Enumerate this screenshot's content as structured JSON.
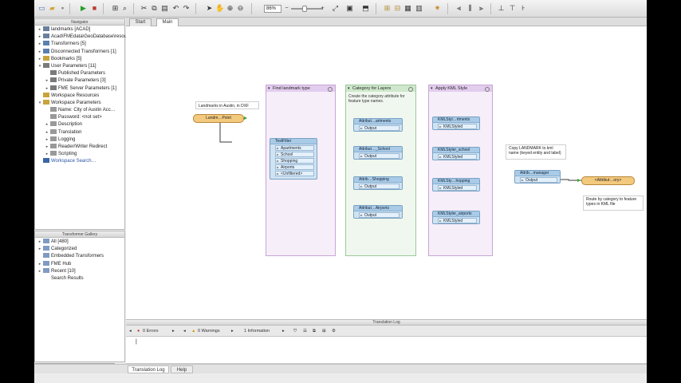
{
  "toolbar": {
    "zoom": "86%"
  },
  "navigator": {
    "title": "Navigator",
    "items": [
      {
        "label": "landmarks [ACAD]",
        "expander": "▸",
        "depth": 0,
        "color": "#6b7f9d"
      },
      {
        "label": "Acad\\FMEdata\\GeoDatabase\\resour…",
        "expander": "▸",
        "depth": 0,
        "color": "#6b7f9d"
      },
      {
        "label": "Transformers [5]",
        "expander": "▸",
        "depth": 0,
        "color": "#5a7fb0"
      },
      {
        "label": "Disconnected Transformers [1]",
        "expander": "▸",
        "depth": 0,
        "color": "#5a7fb0"
      },
      {
        "label": "Bookmarks [5]",
        "expander": "▸",
        "depth": 0,
        "color": "#c9a23b"
      },
      {
        "label": "User Parameters [11]",
        "expander": "▾",
        "depth": 0,
        "color": "#7a7a7a"
      },
      {
        "label": "Published Parameters",
        "expander": "",
        "depth": 1,
        "color": "#7a7a7a"
      },
      {
        "label": "Private Parameters [3]",
        "expander": "▸",
        "depth": 1,
        "color": "#7a7a7a"
      },
      {
        "label": "FME Server Parameters [1]",
        "expander": "▸",
        "depth": 1,
        "color": "#7a7a7a"
      },
      {
        "label": "Workspace Resources",
        "expander": "",
        "depth": 0,
        "color": "#c9a23b"
      },
      {
        "label": "Workspace Parameters",
        "expander": "▾",
        "depth": 0,
        "color": "#c9a23b"
      },
      {
        "label": "Name: City of Austin Acc…",
        "expander": "",
        "depth": 1,
        "color": "#999999"
      },
      {
        "label": "Password: <not set>",
        "expander": "",
        "depth": 1,
        "color": "#999999"
      },
      {
        "label": "Description",
        "expander": "▸",
        "depth": 1,
        "color": "#999999"
      },
      {
        "label": "Translation",
        "expander": "▸",
        "depth": 1,
        "color": "#999999"
      },
      {
        "label": "Logging",
        "expander": "▸",
        "depth": 1,
        "color": "#999999"
      },
      {
        "label": "Reader/Writer Redirect",
        "expander": "▸",
        "depth": 1,
        "color": "#999999"
      },
      {
        "label": "Scripting",
        "expander": "▸",
        "depth": 1,
        "color": "#999999"
      },
      {
        "label": "Workspace Search…",
        "expander": "",
        "depth": 0,
        "color": "#3a66a8",
        "link": true
      }
    ]
  },
  "gallery": {
    "title": "Transformer Gallery",
    "items": [
      {
        "label": "All [480]",
        "expander": "▸"
      },
      {
        "label": "Categorized",
        "expander": "▸"
      },
      {
        "label": "Embedded Transformers",
        "expander": ""
      },
      {
        "label": "FME Hub",
        "expander": "▸"
      },
      {
        "label": "Recent [10]",
        "expander": "▸"
      },
      {
        "label": "Search Results",
        "expander": ""
      }
    ]
  },
  "tabs": [
    "Start",
    "Main"
  ],
  "canvas": {
    "bookmarks": [
      {
        "title": "Find landmark type",
        "description": "",
        "color": "#c8a6d6",
        "fill": "#f6eef9"
      },
      {
        "title": "Category for Layers",
        "description": "Create the category attribute for feature type names.",
        "color": "#9cc99a",
        "fill": "#eff7ee"
      },
      {
        "title": "Apply KML Style",
        "description": "",
        "color": "#c8a6d6",
        "fill": "#f6eef9"
      }
    ],
    "annotations": [
      "Landmarks in Austin, in DXF",
      "Copy LANDMARK to kml name (keyed entity and label)",
      "Route by category to feature types in KML file"
    ],
    "reader": "Landm…Point",
    "writer": "<Attribut…ory>",
    "nodes": {
      "tester": {
        "title": "TestFilter",
        "ports": [
          "Apartments",
          "School",
          "Shopping",
          "Airports",
          "<Unfiltered>"
        ]
      },
      "creators": [
        {
          "title": "Attribut…artments",
          "port": "Output"
        },
        {
          "title": "Attribut…_School",
          "port": "Output"
        },
        {
          "title": "Attrib…Shopping",
          "port": "Output"
        },
        {
          "title": "Attribut…Airports",
          "port": "Output"
        }
      ],
      "stylers": [
        {
          "title": "KMLStyl…rtments",
          "port": "KMLStyled"
        },
        {
          "title": "KMLStyler_school",
          "port": "KMLStyled"
        },
        {
          "title": "KMLSty…hopping",
          "port": "KMLStyled"
        },
        {
          "title": "KMLStyler_airports",
          "port": "KMLStyled"
        }
      ],
      "renamer": {
        "title": "Attrib…manager",
        "port": "Output"
      }
    }
  },
  "log": {
    "title": "Translation Log",
    "errors": "0 Errors",
    "warnings": "0 Warnings",
    "info": "1 Information",
    "cursor": "|"
  },
  "bottom_tabs": [
    "Translation Log",
    "Help"
  ],
  "search": {
    "placeholder": "Q"
  }
}
